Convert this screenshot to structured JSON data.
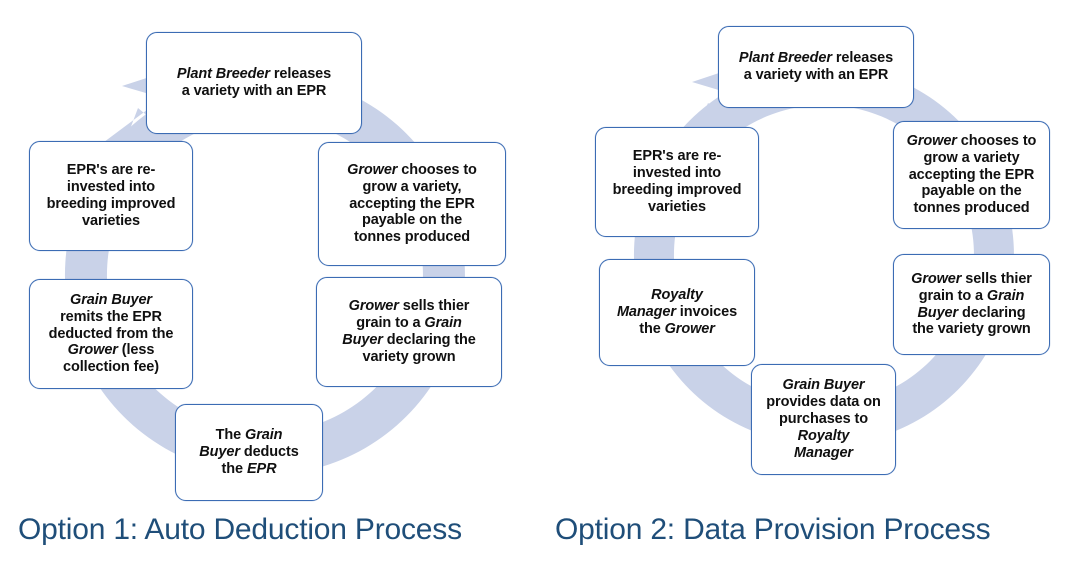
{
  "colors": {
    "node_border": "#3C6CB4",
    "node_fill": "#FFFFFF",
    "ring_arrow": "#C9D2E8",
    "caption_text": "#1F4E79",
    "node_text": "#101010",
    "page_background": "#FFFFFF"
  },
  "diagrams": [
    {
      "id": "option-1",
      "caption": "Option 1: Auto Deduction Process",
      "cycle_direction": "clockwise",
      "nodes": [
        {
          "id": "plant-breeder-releases",
          "position": "top",
          "lines": [
            [
              {
                "t": "Plant Breeder",
                "i": true
              },
              {
                "t": " releases",
                "i": false
              }
            ],
            [
              {
                "t": "a variety with an EPR",
                "i": false
              }
            ]
          ]
        },
        {
          "id": "grower-chooses",
          "position": "right-upper",
          "lines": [
            [
              {
                "t": "Grower",
                "i": true
              },
              {
                "t": " chooses to",
                "i": false
              }
            ],
            [
              {
                "t": "grow a variety,",
                "i": false
              }
            ],
            [
              {
                "t": "accepting the EPR",
                "i": false
              }
            ],
            [
              {
                "t": "payable on the",
                "i": false
              }
            ],
            [
              {
                "t": "tonnes produced",
                "i": false
              }
            ]
          ]
        },
        {
          "id": "grower-sells",
          "position": "right-lower",
          "lines": [
            [
              {
                "t": "Grower",
                "i": true
              },
              {
                "t": " sells thier",
                "i": false
              }
            ],
            [
              {
                "t": "grain to a ",
                "i": false
              },
              {
                "t": "Grain",
                "i": true
              }
            ],
            [
              {
                "t": "Buyer",
                "i": true
              },
              {
                "t": " declaring the",
                "i": false
              }
            ],
            [
              {
                "t": "variety grown",
                "i": false
              }
            ]
          ]
        },
        {
          "id": "grain-buyer-deducts",
          "position": "bottom",
          "lines": [
            [
              {
                "t": "The ",
                "i": false
              },
              {
                "t": "Grain",
                "i": true
              }
            ],
            [
              {
                "t": "Buyer",
                "i": true
              },
              {
                "t": " deducts",
                "i": false
              }
            ],
            [
              {
                "t": "the ",
                "i": false
              },
              {
                "t": "EPR",
                "i": true
              }
            ]
          ]
        },
        {
          "id": "grain-buyer-remits",
          "position": "left-lower",
          "lines": [
            [
              {
                "t": "Grain Buyer",
                "i": true
              }
            ],
            [
              {
                "t": "remits the EPR",
                "i": false
              }
            ],
            [
              {
                "t": "deducted from the",
                "i": false
              }
            ],
            [
              {
                "t": "Grower",
                "i": true
              },
              {
                "t": " (less",
                "i": false
              }
            ],
            [
              {
                "t": "collection fee)",
                "i": false
              }
            ]
          ]
        },
        {
          "id": "eprs-reinvested",
          "position": "left-upper",
          "lines": [
            [
              {
                "t": "EPR's are re-",
                "i": false
              }
            ],
            [
              {
                "t": "invested into",
                "i": false
              }
            ],
            [
              {
                "t": "breeding improved",
                "i": false
              }
            ],
            [
              {
                "t": "varieties",
                "i": false
              }
            ]
          ]
        }
      ]
    },
    {
      "id": "option-2",
      "caption": "Option 2: Data Provision Process",
      "cycle_direction": "clockwise",
      "nodes": [
        {
          "id": "plant-breeder-releases",
          "position": "top",
          "lines": [
            [
              {
                "t": "Plant Breeder",
                "i": true
              },
              {
                "t": " releases",
                "i": false
              }
            ],
            [
              {
                "t": "a variety with an EPR",
                "i": false
              }
            ]
          ]
        },
        {
          "id": "grower-chooses",
          "position": "right-upper",
          "lines": [
            [
              {
                "t": "Grower",
                "i": true
              },
              {
                "t": " chooses to",
                "i": false
              }
            ],
            [
              {
                "t": "grow a variety",
                "i": false
              }
            ],
            [
              {
                "t": "accepting the EPR",
                "i": false
              }
            ],
            [
              {
                "t": "payable on the",
                "i": false
              }
            ],
            [
              {
                "t": "tonnes produced",
                "i": false
              }
            ]
          ]
        },
        {
          "id": "grower-sells",
          "position": "right-lower",
          "lines": [
            [
              {
                "t": "Grower",
                "i": true
              },
              {
                "t": " sells thier",
                "i": false
              }
            ],
            [
              {
                "t": "grain to a ",
                "i": false
              },
              {
                "t": "Grain",
                "i": true
              }
            ],
            [
              {
                "t": "Buyer",
                "i": true
              },
              {
                "t": " declaring",
                "i": false
              }
            ],
            [
              {
                "t": "the variety grown",
                "i": false
              }
            ]
          ]
        },
        {
          "id": "grain-buyer-provides-data",
          "position": "bottom",
          "lines": [
            [
              {
                "t": "Grain Buyer",
                "i": true
              }
            ],
            [
              {
                "t": "provides data on",
                "i": false
              }
            ],
            [
              {
                "t": "purchases to",
                "i": false
              }
            ],
            [
              {
                "t": "Royalty",
                "i": true
              }
            ],
            [
              {
                "t": "Manager",
                "i": true
              }
            ]
          ]
        },
        {
          "id": "royalty-manager-invoices",
          "position": "left-lower",
          "lines": [
            [
              {
                "t": "Royalty",
                "i": true
              }
            ],
            [
              {
                "t": "Manager",
                "i": true
              },
              {
                "t": " invoices",
                "i": false
              }
            ],
            [
              {
                "t": "the ",
                "i": false
              },
              {
                "t": "Grower",
                "i": true
              }
            ]
          ]
        },
        {
          "id": "eprs-reinvested",
          "position": "left-upper",
          "lines": [
            [
              {
                "t": "EPR's are re-",
                "i": false
              }
            ],
            [
              {
                "t": "invested into",
                "i": false
              }
            ],
            [
              {
                "t": "breeding improved",
                "i": false
              }
            ],
            [
              {
                "t": "varieties",
                "i": false
              }
            ]
          ]
        }
      ]
    }
  ]
}
